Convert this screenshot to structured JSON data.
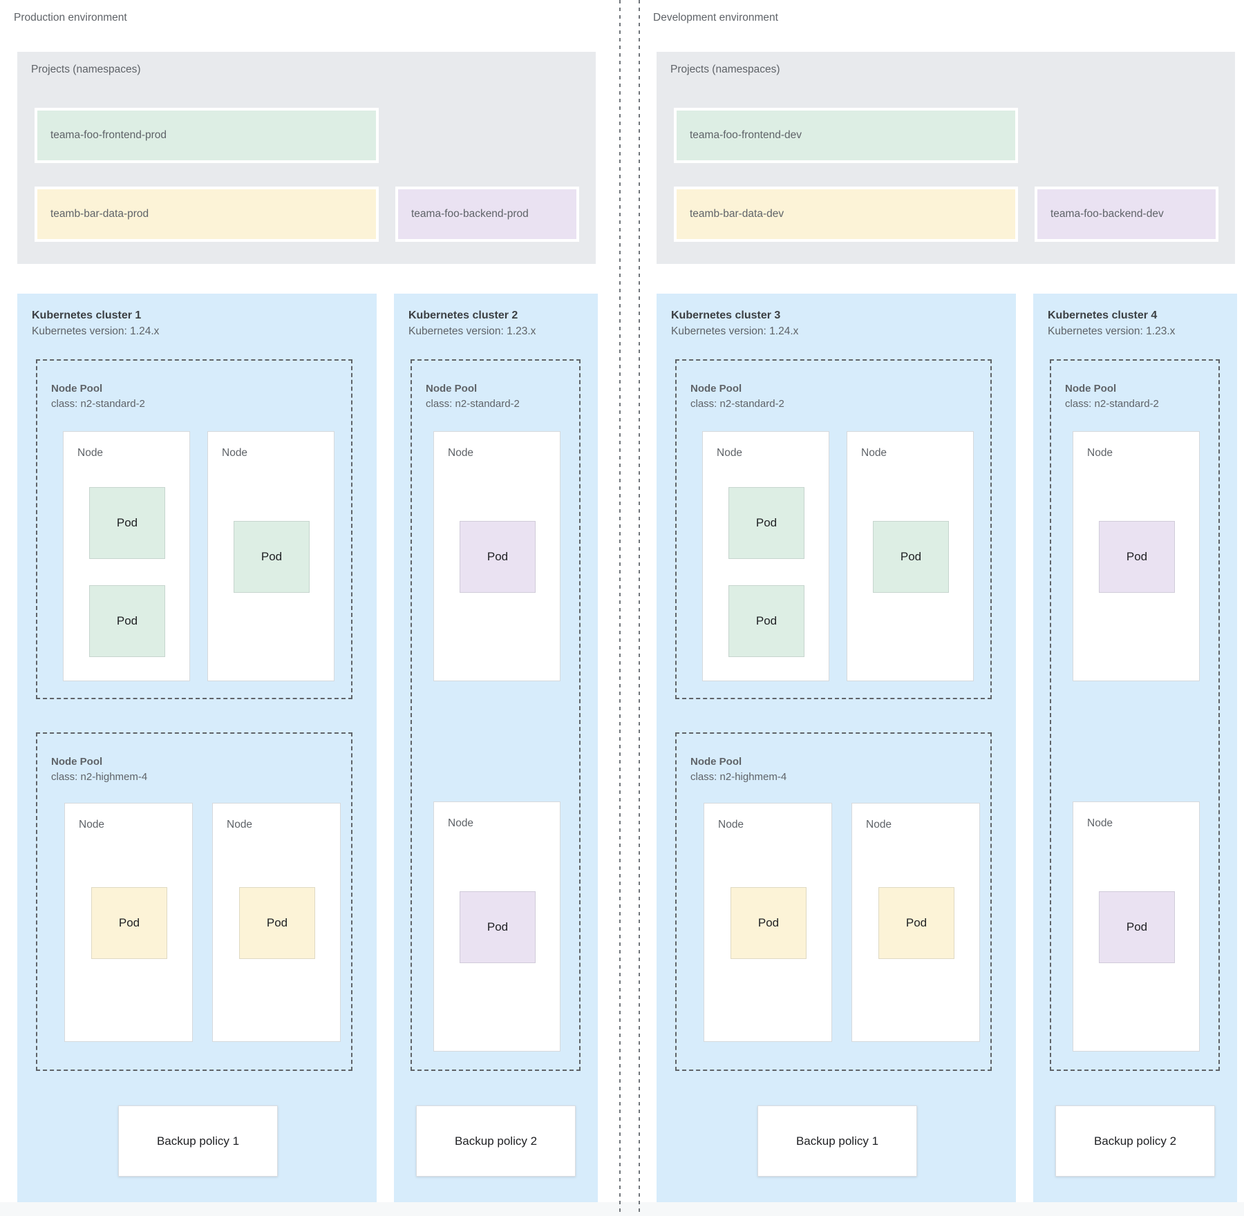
{
  "colors": {
    "cluster_bg": "#d7ecfb",
    "projects_bg": "#e8eaed",
    "namespace_green": "#ddeee4",
    "namespace_yellow": "#fcf3d7",
    "namespace_purple": "#eae2f2",
    "dashed_border": "#5f6368",
    "text_gray": "#5f6368",
    "text_dark": "#202124"
  },
  "labels": {
    "node": "Node",
    "pod": "Pod",
    "node_pool": "Node Pool"
  },
  "pool_classes": {
    "standard": "class: n2-standard-2",
    "highmem": "class: n2-highmem-4"
  },
  "backup_policies": {
    "policy1": "Backup policy 1",
    "policy2": "Backup policy 2"
  },
  "production": {
    "label": "Production environment",
    "projects_title": "Projects (namespaces)",
    "namespaces": {
      "frontend": "teama-foo-frontend-prod",
      "data": "teamb-bar-data-prod",
      "backend": "teama-foo-backend-prod"
    },
    "cluster1": {
      "title": "Kubernetes cluster 1",
      "version": "Kubernetes version: 1.24.x"
    },
    "cluster2": {
      "title": "Kubernetes cluster 2",
      "version": "Kubernetes version: 1.23.x"
    }
  },
  "development": {
    "label": "Development environment",
    "projects_title": "Projects (namespaces)",
    "namespaces": {
      "frontend": "teama-foo-frontend-dev",
      "data": "teamb-bar-data-dev",
      "backend": "teama-foo-backend-dev"
    },
    "cluster3": {
      "title": "Kubernetes cluster 3",
      "version": "Kubernetes version: 1.24.x"
    },
    "cluster4": {
      "title": "Kubernetes cluster 4",
      "version": "Kubernetes version: 1.23.x"
    }
  }
}
